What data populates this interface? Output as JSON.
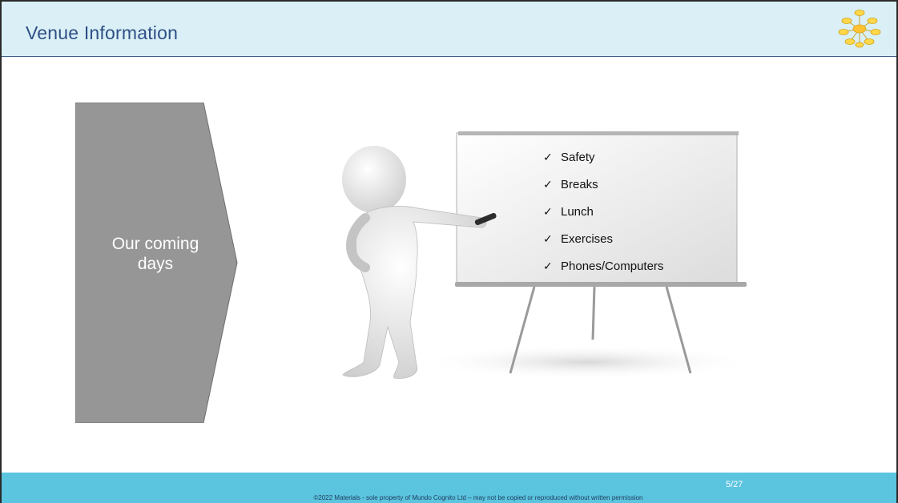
{
  "header": {
    "title": "Venue Information",
    "logo_icon": "mind-map-logo-icon"
  },
  "chevron": {
    "line1": "Our coming",
    "line2": "days",
    "color": "#969696"
  },
  "whiteboard": {
    "items": [
      {
        "icon": "checkmark-icon",
        "check": "✓",
        "label": "Safety"
      },
      {
        "icon": "checkmark-icon",
        "check": "✓",
        "label": "Breaks"
      },
      {
        "icon": "checkmark-icon",
        "check": "✓",
        "label": "Lunch"
      },
      {
        "icon": "checkmark-icon",
        "check": "✓",
        "label": "Exercises"
      },
      {
        "icon": "checkmark-icon",
        "check": "✓",
        "label": "Phones/Computers"
      }
    ]
  },
  "footer": {
    "copyright": "©2022 Materials - sole property of Mundo Cognito Ltd – may not be copied or reproduced without written permission",
    "page_number": "5/27",
    "color": "#5bc4df"
  },
  "colors": {
    "header_bg": "#daf0f6",
    "title": "#2f4f86"
  }
}
